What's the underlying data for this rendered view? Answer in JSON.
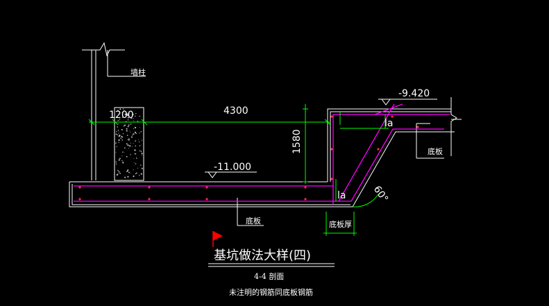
{
  "drawing": {
    "title": "基坑做法大样(四)",
    "section_label": "4-4 剖面",
    "note": "未注明的钢筋同底板钢筋"
  },
  "labels": {
    "wall_column": "墙柱",
    "bottom_slab_main": "底板",
    "bottom_slab_right": "底板",
    "slab_thickness": "底板厚",
    "anchor_len_top": "la",
    "anchor_len_bottom": "la",
    "angle": "60°"
  },
  "dimensions": {
    "width_left": "1200",
    "width_pit": "4300",
    "depth": "1580"
  },
  "elevations": {
    "top": "-9.420",
    "bottom": "-11.000"
  },
  "colors": {
    "background": "#000000",
    "outline": "#ffffff",
    "dimension": "#00ff00",
    "rebar": "#ff00ff",
    "rebar_dot": "#ff3030",
    "flag": "#ff0000"
  }
}
